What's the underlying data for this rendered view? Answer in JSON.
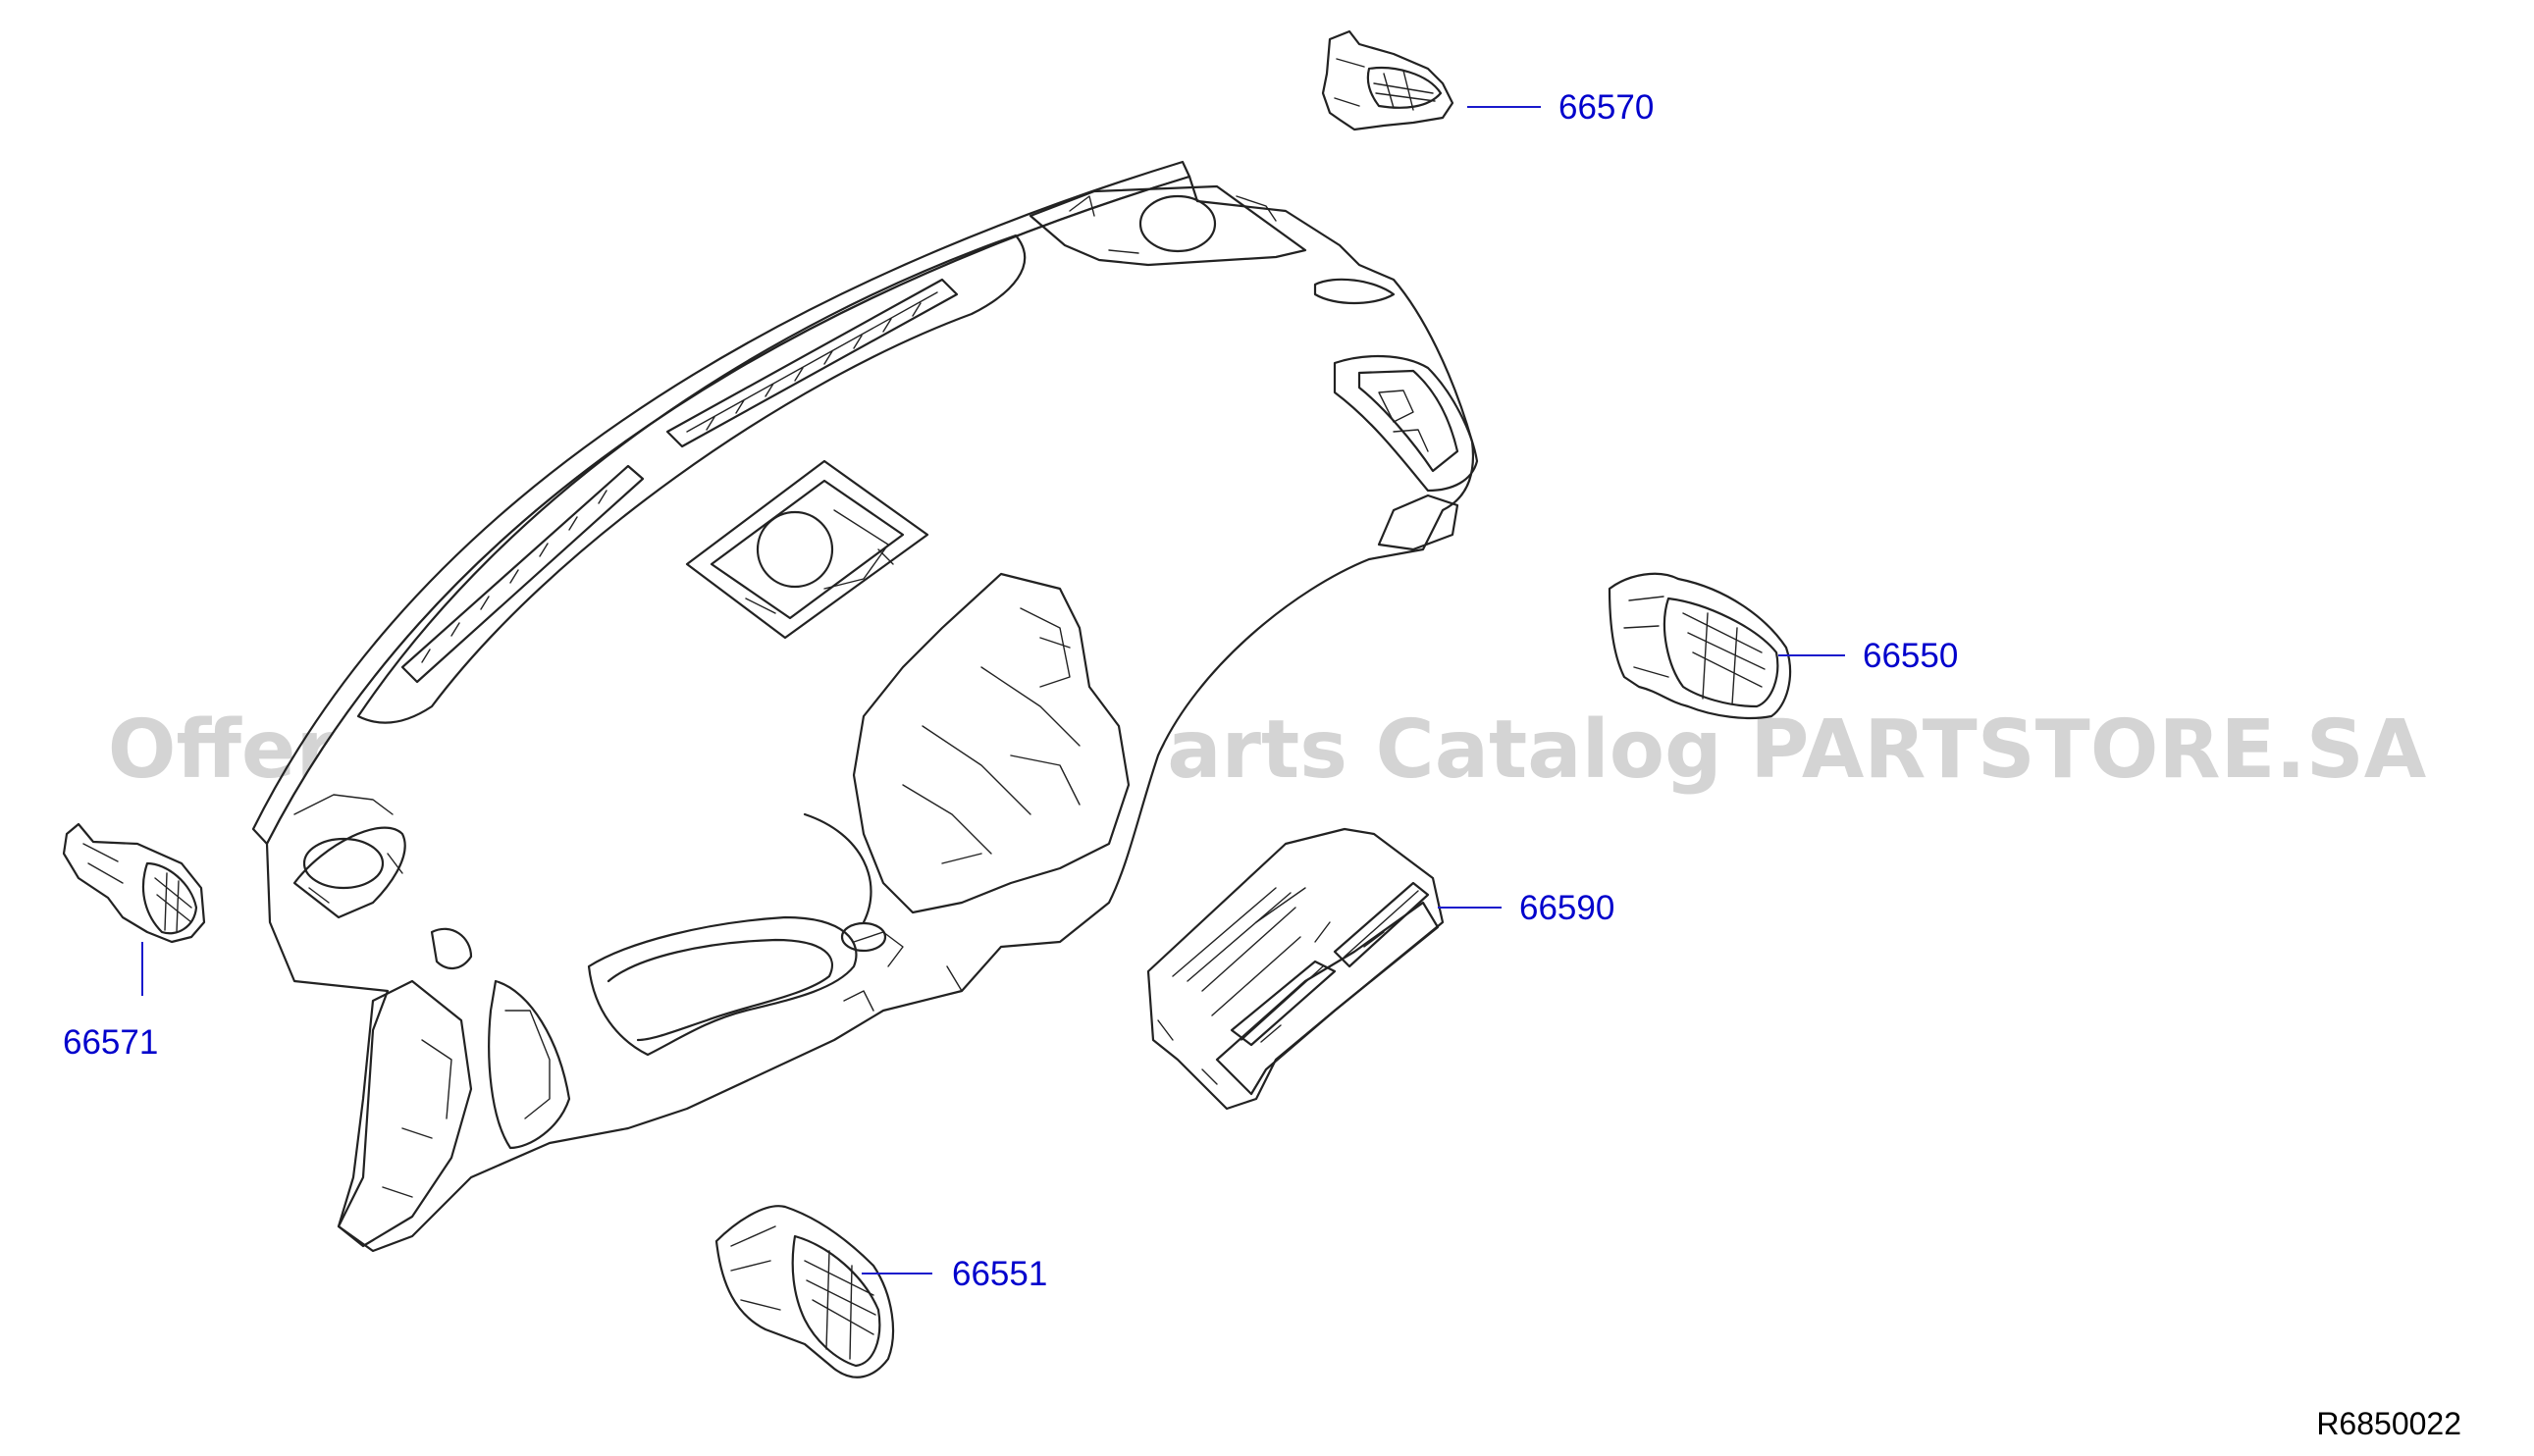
{
  "diagram": {
    "reference_code": "R6850022",
    "watermark": "Offers Merchant Auto Parts Catalog PARTSTORE.SA",
    "label_color": "#0000cc",
    "watermark_color": "#d4d4d4",
    "line_color": "#222222",
    "parts": [
      {
        "id": "66570",
        "label": "66570"
      },
      {
        "id": "66550",
        "label": "66550"
      },
      {
        "id": "66590",
        "label": "66590"
      },
      {
        "id": "66571",
        "label": "66571"
      },
      {
        "id": "66551",
        "label": "66551"
      }
    ]
  }
}
